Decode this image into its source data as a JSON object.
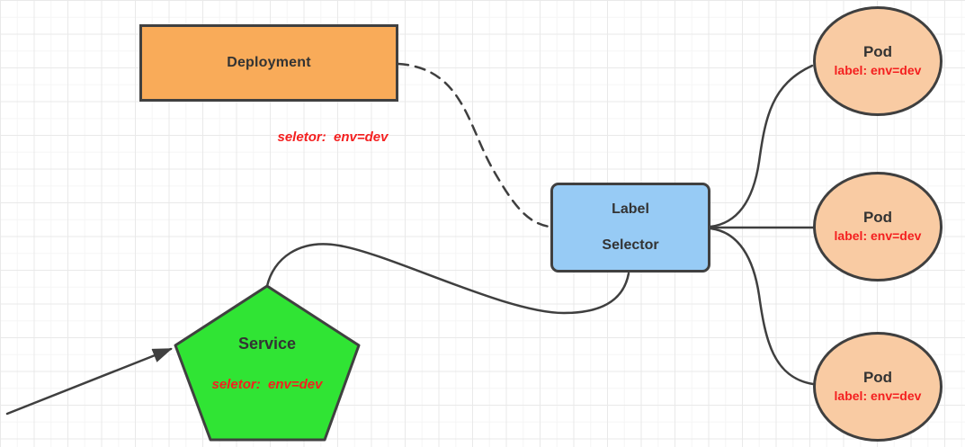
{
  "diagram": {
    "nodes": {
      "deployment": {
        "label": "Deployment",
        "note": "seletor:  env=dev",
        "shape": "rectangle"
      },
      "label_selector": {
        "line1": "Label",
        "line2": "Selector",
        "shape": "rounded-rectangle"
      },
      "service": {
        "label": "Service",
        "note": "seletor:  env=dev",
        "shape": "pentagon"
      },
      "pods": [
        {
          "title": "Pod",
          "label": "label: env=dev",
          "shape": "ellipse"
        },
        {
          "title": "Pod",
          "label": "label: env=dev",
          "shape": "ellipse"
        },
        {
          "title": "Pod",
          "label": "label: env=dev",
          "shape": "ellipse"
        }
      ]
    },
    "edges": [
      {
        "from": "deployment",
        "to": "label_selector",
        "style": "dashed-curve",
        "arrow": false
      },
      {
        "from": "service",
        "to": "label_selector",
        "style": "solid-curve",
        "arrow": false
      },
      {
        "from": "label_selector",
        "to": "pod-1",
        "style": "solid-curve",
        "arrow": false
      },
      {
        "from": "label_selector",
        "to": "pod-2",
        "style": "solid-line",
        "arrow": false
      },
      {
        "from": "label_selector",
        "to": "pod-3",
        "style": "solid-curve",
        "arrow": false
      },
      {
        "from": "off-canvas-bottom-left",
        "to": "service",
        "style": "solid-line",
        "arrow": true
      }
    ],
    "colors": {
      "deployment_fill": "#f9ab59",
      "selector_fill": "#97cbf5",
      "service_fill": "#30e434",
      "pod_fill": "#f9cba3",
      "note_red": "#f41f1f",
      "edge": "#3f3f3f",
      "border": "#404040",
      "text": "#333333"
    }
  }
}
